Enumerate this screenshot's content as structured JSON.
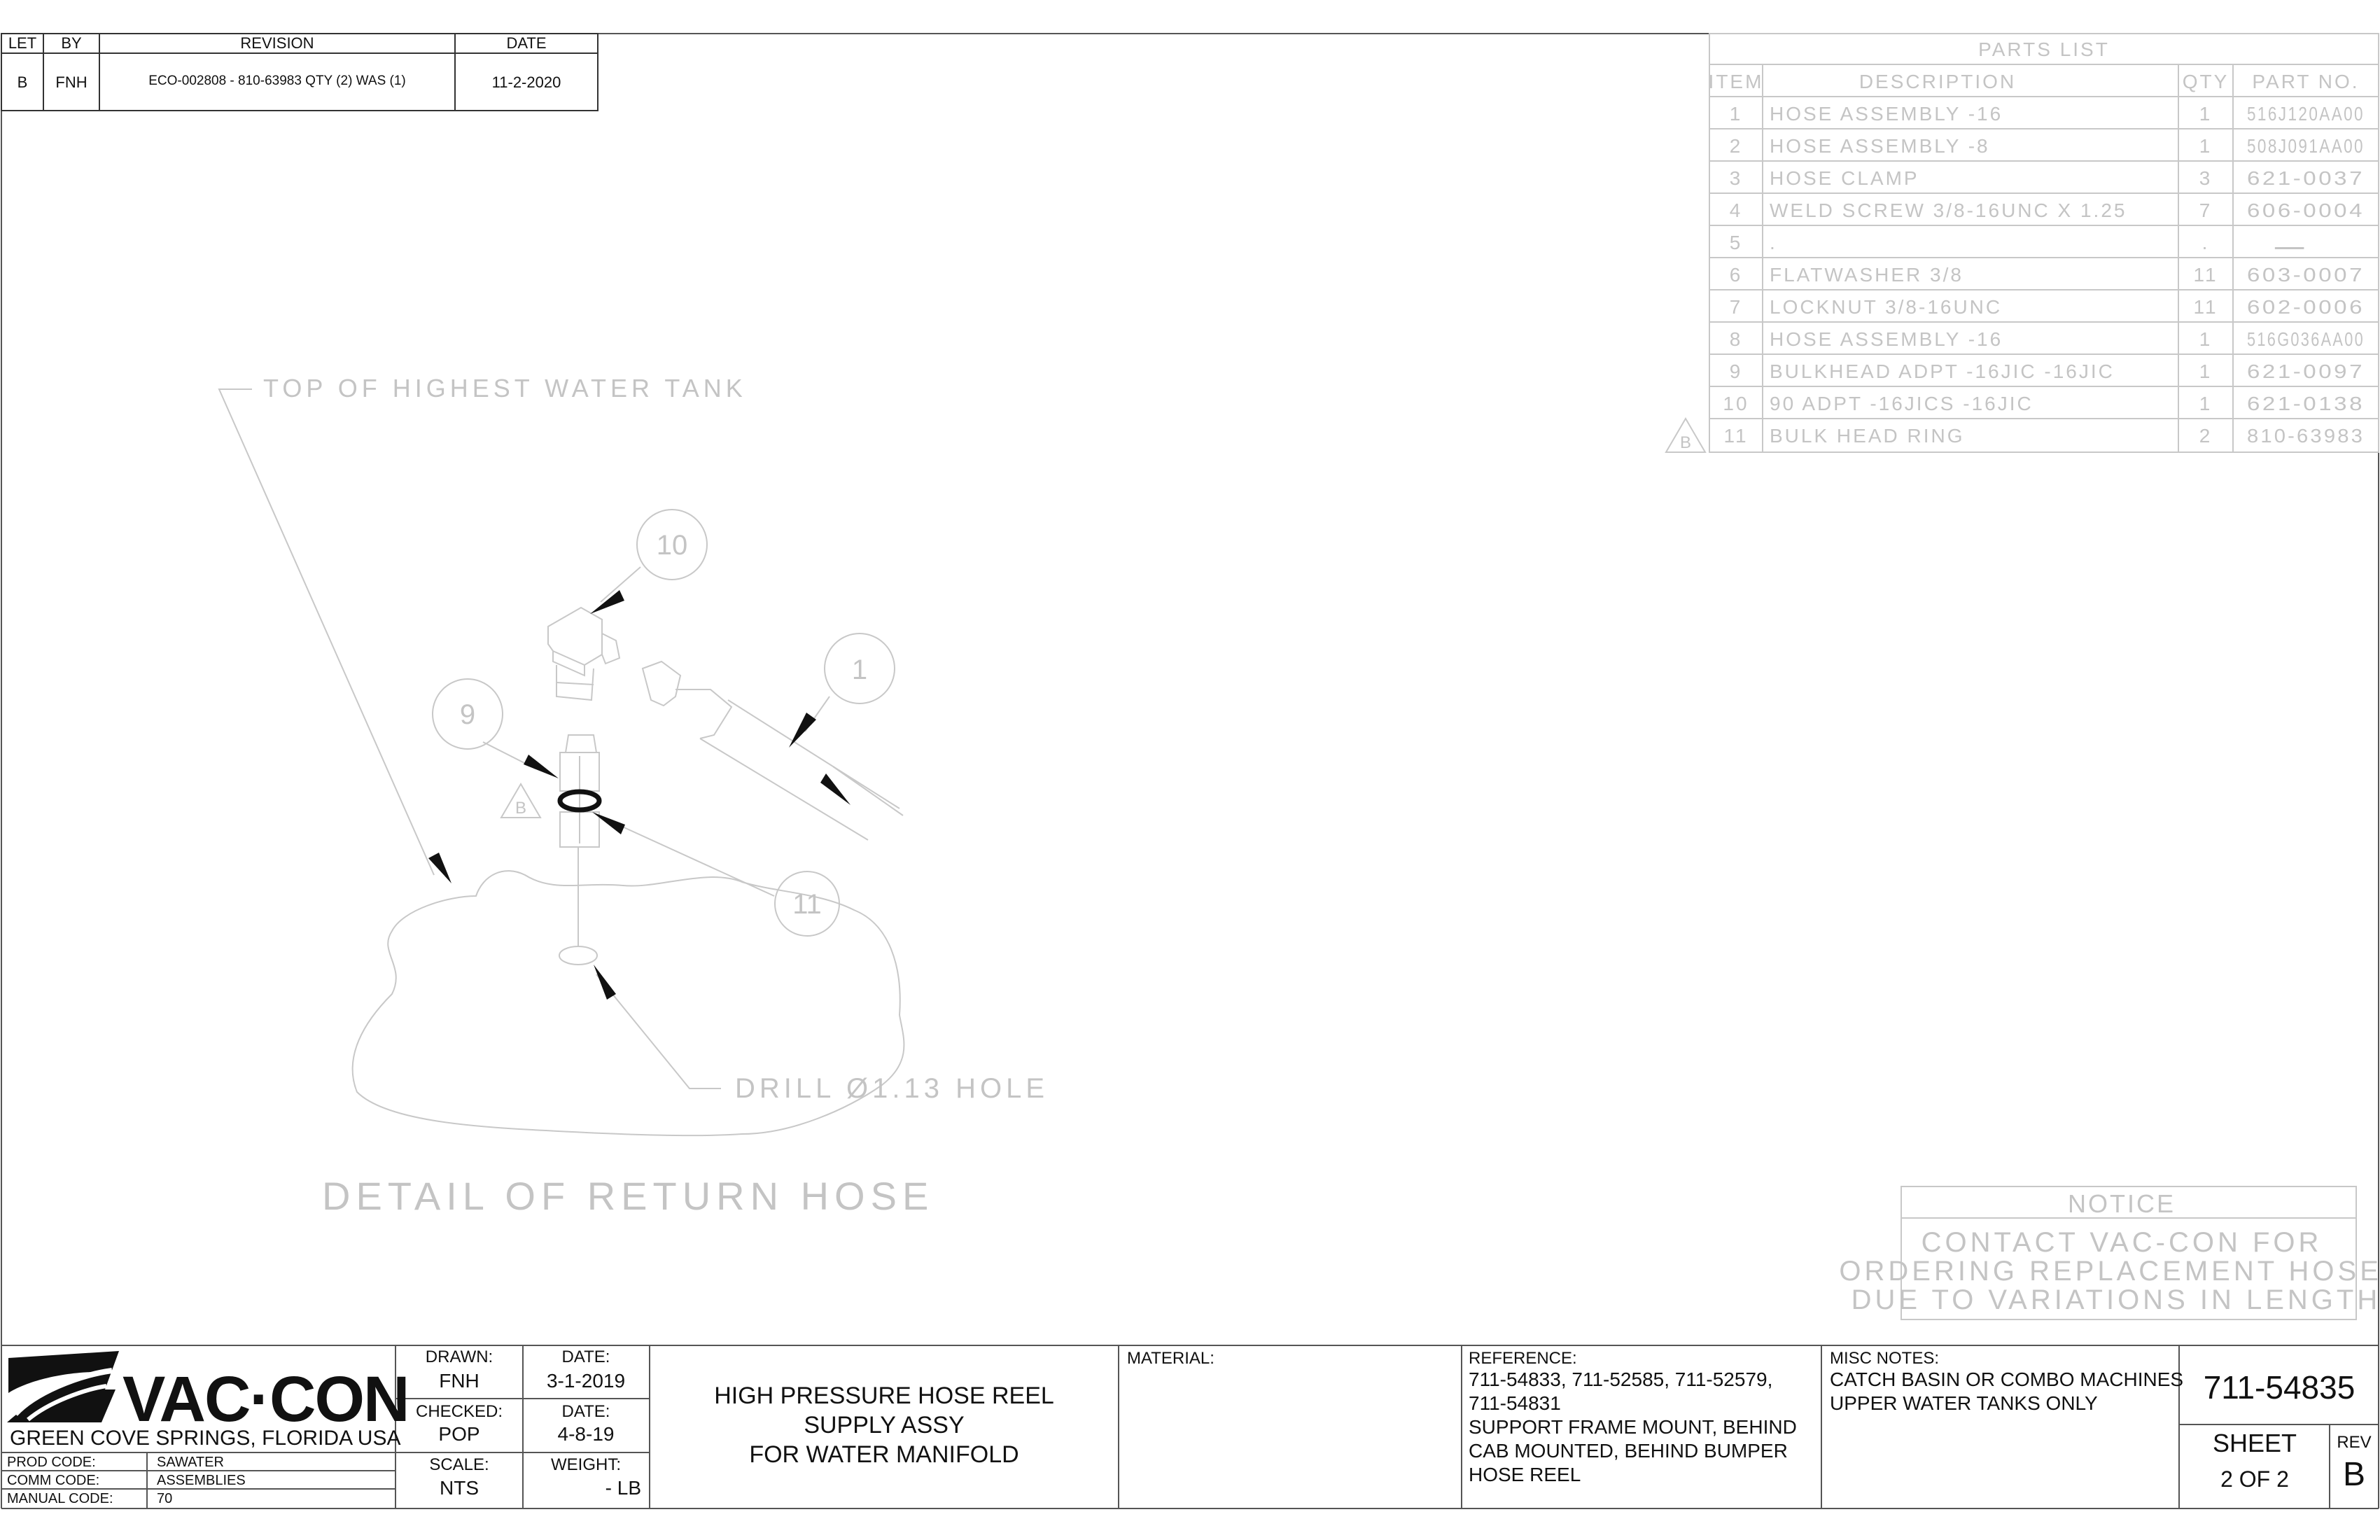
{
  "revision_table": {
    "headers": [
      "LET",
      "BY",
      "REVISION",
      "DATE"
    ],
    "row": {
      "let": "B",
      "by": "FNH",
      "revision": "ECO-002808 - 810-63983 QTY (2) WAS (1)",
      "date": "11-2-2020"
    }
  },
  "parts_list": {
    "title": "PARTS LIST",
    "headers": [
      "ITEM",
      "DESCRIPTION",
      "QTY",
      "PART NO."
    ],
    "rows": [
      {
        "item": "1",
        "description": "HOSE ASSEMBLY -16",
        "qty": "1",
        "part_no": "516J120AA00"
      },
      {
        "item": "2",
        "description": "HOSE ASSEMBLY -8",
        "qty": "1",
        "part_no": "508J091AA00"
      },
      {
        "item": "3",
        "description": "HOSE CLAMP",
        "qty": "3",
        "part_no": "621-0037"
      },
      {
        "item": "4",
        "description": "WELD SCREW 3/8-16UNC X 1.25",
        "qty": "7",
        "part_no": "606-0004"
      },
      {
        "item": "5",
        "description": ".",
        "qty": ".",
        "part_no": "."
      },
      {
        "item": "6",
        "description": "FLATWASHER 3/8",
        "qty": "11",
        "part_no": "603-0007"
      },
      {
        "item": "7",
        "description": "LOCKNUT 3/8-16UNC",
        "qty": "11",
        "part_no": "602-0006"
      },
      {
        "item": "8",
        "description": "HOSE ASSEMBLY -16",
        "qty": "1",
        "part_no": "516G036AA00"
      },
      {
        "item": "9",
        "description": "BULKHEAD ADPT -16JIC -16JIC",
        "qty": "1",
        "part_no": "621-0097"
      },
      {
        "item": "10",
        "description": "90 ADPT -16JICS -16JIC",
        "qty": "1",
        "part_no": "621-0138"
      },
      {
        "item": "11",
        "description": "BULK HEAD RING",
        "qty": "2",
        "part_no": "810-63983"
      }
    ],
    "rev_marker": "B"
  },
  "detail": {
    "title": "DETAIL OF RETURN HOSE",
    "tank_label": "TOP OF HIGHEST WATER TANK",
    "drill_label": "DRILL Ø1.13 HOLE",
    "balloons": [
      "10",
      "1",
      "9",
      "11"
    ],
    "rev_marker": "B"
  },
  "notice": {
    "title": "NOTICE",
    "lines": [
      "CONTACT VAC-CON FOR",
      "ORDERING REPLACEMENT HOSES",
      "DUE TO VARIATIONS IN LENGTH."
    ]
  },
  "title_block": {
    "company_logo_text": "VAC·CON",
    "company_location": "GREEN COVE SPRINGS, FLORIDA USA",
    "prod_code_label": "PROD CODE:",
    "prod_code": "SAWATER",
    "comm_code_label": "COMM CODE:",
    "comm_code": "ASSEMBLIES",
    "manual_code_label": "MANUAL CODE:",
    "manual_code": "70",
    "drawn_label": "DRAWN:",
    "drawn": "FNH",
    "drawn_date_label": "DATE:",
    "drawn_date": "3-1-2019",
    "checked_label": "CHECKED:",
    "checked": "POP",
    "checked_date_label": "DATE:",
    "checked_date": "4-8-19",
    "scale_label": "SCALE:",
    "scale": "NTS",
    "weight_label": "WEIGHT:",
    "weight": "- LB",
    "title_lines": [
      "HIGH PRESSURE HOSE REEL",
      "SUPPLY ASSY",
      "FOR WATER MANIFOLD"
    ],
    "material_label": "MATERIAL:",
    "reference_label": "REFERENCE:",
    "reference_lines": [
      "711-54833, 711-52585, 711-52579,",
      "711-54831",
      "SUPPORT FRAME MOUNT, BEHIND",
      "CAB MOUNTED, BEHIND BUMPER",
      "HOSE REEL"
    ],
    "misc_label": "MISC NOTES:",
    "misc_lines": [
      "CATCH BASIN OR COMBO MACHINES",
      "UPPER WATER TANKS ONLY"
    ],
    "drawing_number": "711-54835",
    "sheet_label": "SHEET",
    "sheet": "2 OF 2",
    "rev_label": "REV",
    "rev": "B"
  },
  "colors": {
    "linework": "#111111",
    "ghost": "#c4c4c4",
    "background": "#ffffff"
  }
}
